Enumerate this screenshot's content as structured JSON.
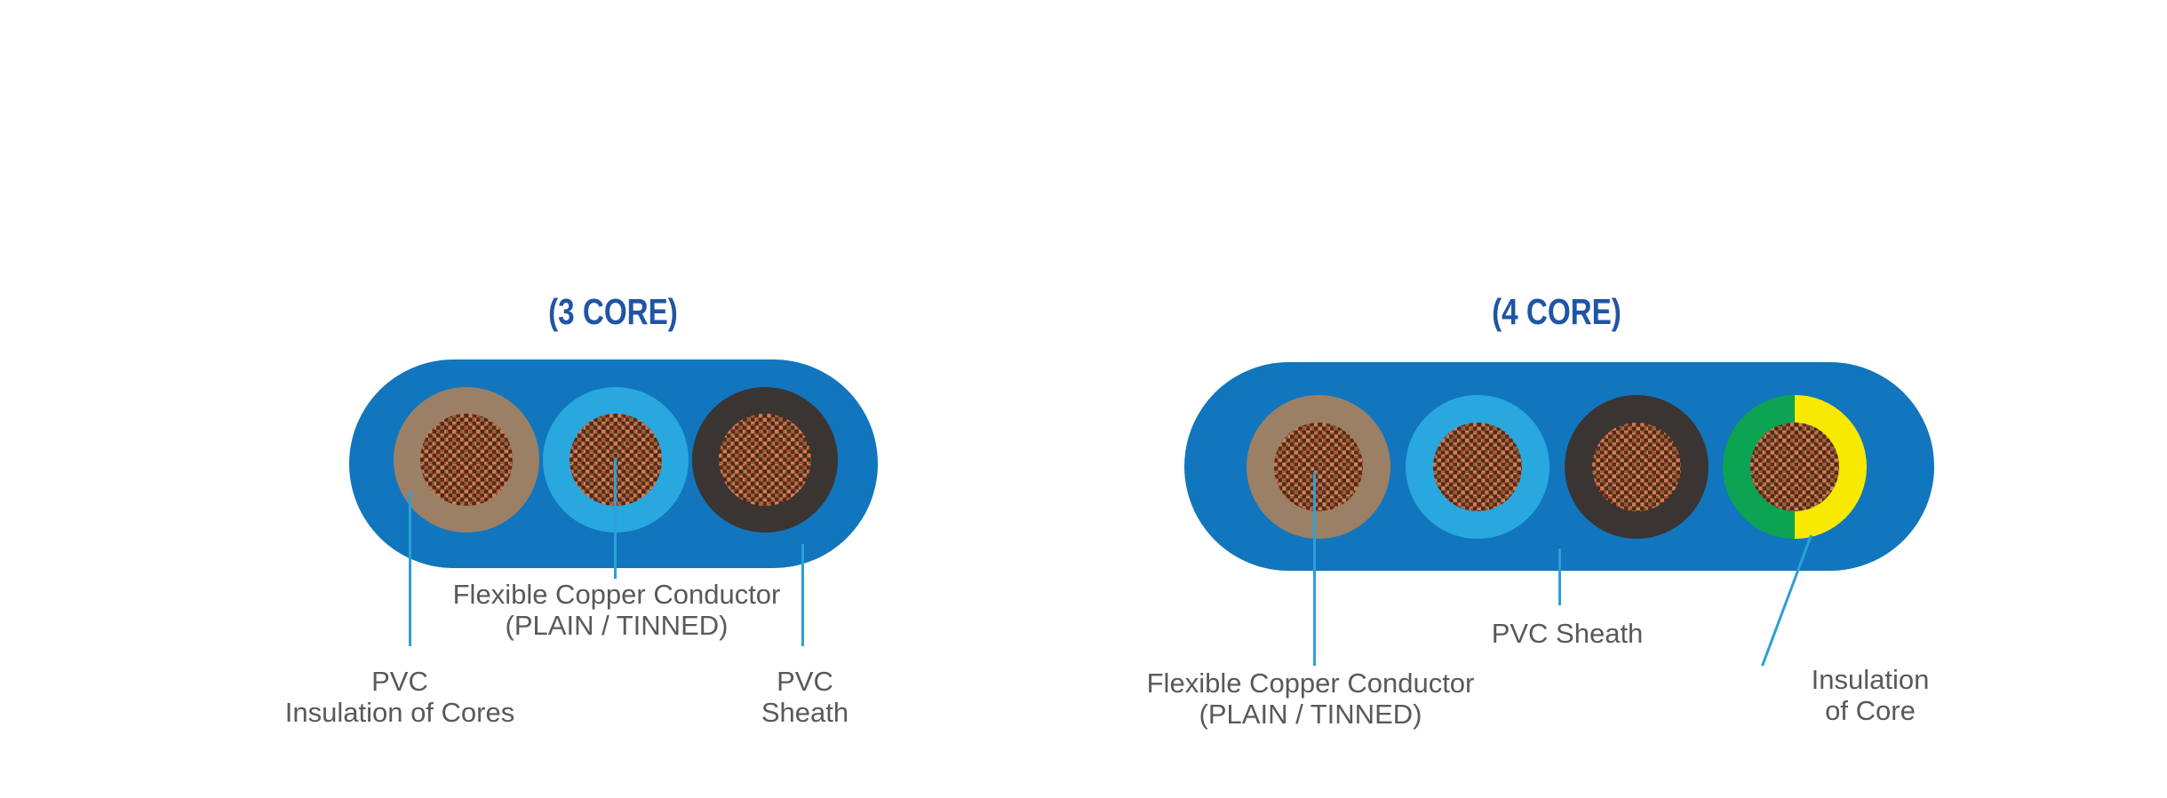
{
  "colors": {
    "sheath_blue": "#1176bd",
    "core_light_blue": "#29a8e0",
    "core_brown": "#9c8065",
    "core_black": "#3a3433",
    "core_green": "#0ca353",
    "core_yellow": "#f7e900",
    "copper_base": "#a3583c",
    "title_blue": "#1f55a4",
    "label_gray": "#58595a",
    "leader_blue": "#2e9fd8"
  },
  "diagrams": [
    {
      "title": "(3 CORE)",
      "cores": [
        "brown",
        "light-blue",
        "black"
      ],
      "labels": {
        "conductor_line1": "Flexible Copper Conductor",
        "conductor_line2": "(PLAIN / TINNED)",
        "insulation_line1": "PVC",
        "insulation_line2": "Insulation of Cores",
        "sheath_line1": "PVC",
        "sheath_line2": "Sheath"
      }
    },
    {
      "title": "(4 CORE)",
      "cores": [
        "brown",
        "light-blue",
        "black",
        "green-yellow"
      ],
      "labels": {
        "conductor_line1": "Flexible Copper Conductor",
        "conductor_line2": "(PLAIN / TINNED)",
        "sheath_line1": "PVC Sheath",
        "core_insulation_line1": "Insulation",
        "core_insulation_line2": "of Core"
      }
    }
  ]
}
